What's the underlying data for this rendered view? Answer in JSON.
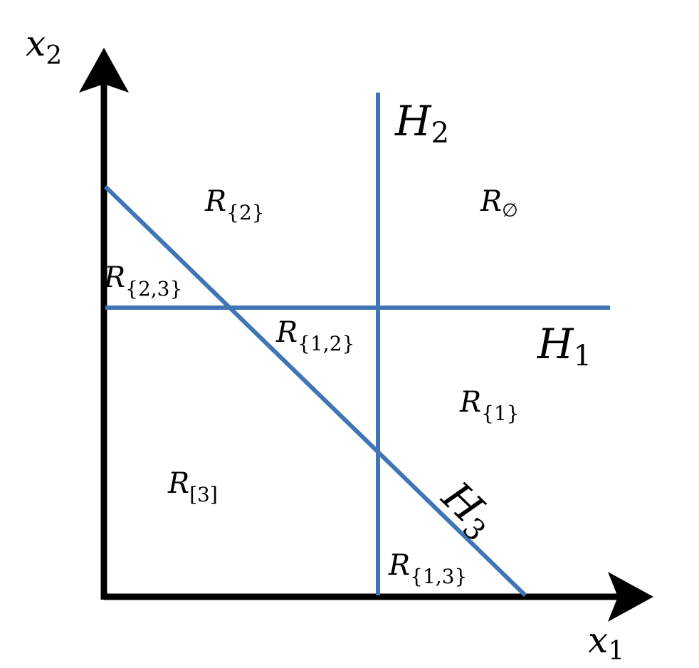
{
  "axes": {
    "x": {
      "symbol": "x",
      "subscript": "1"
    },
    "y": {
      "symbol": "x",
      "subscript": "2"
    }
  },
  "hyperplanes": [
    {
      "symbol": "H",
      "subscript": "1"
    },
    {
      "symbol": "H",
      "subscript": "2"
    },
    {
      "symbol": "H",
      "subscript": "3"
    }
  ],
  "regions": [
    {
      "symbol": "R",
      "subscript": "{2}"
    },
    {
      "symbol": "R",
      "subscript": "∅"
    },
    {
      "symbol": "R",
      "subscript": "{2,3}"
    },
    {
      "symbol": "R",
      "subscript": "{1,2}"
    },
    {
      "symbol": "R",
      "subscript": "{1}"
    },
    {
      "symbol": "R",
      "subscript": "[3]"
    },
    {
      "symbol": "R",
      "subscript": "{1,3}"
    }
  ],
  "colors": {
    "axis": "#000000",
    "hyperplane": "#3f74b5",
    "text": "#000000"
  }
}
